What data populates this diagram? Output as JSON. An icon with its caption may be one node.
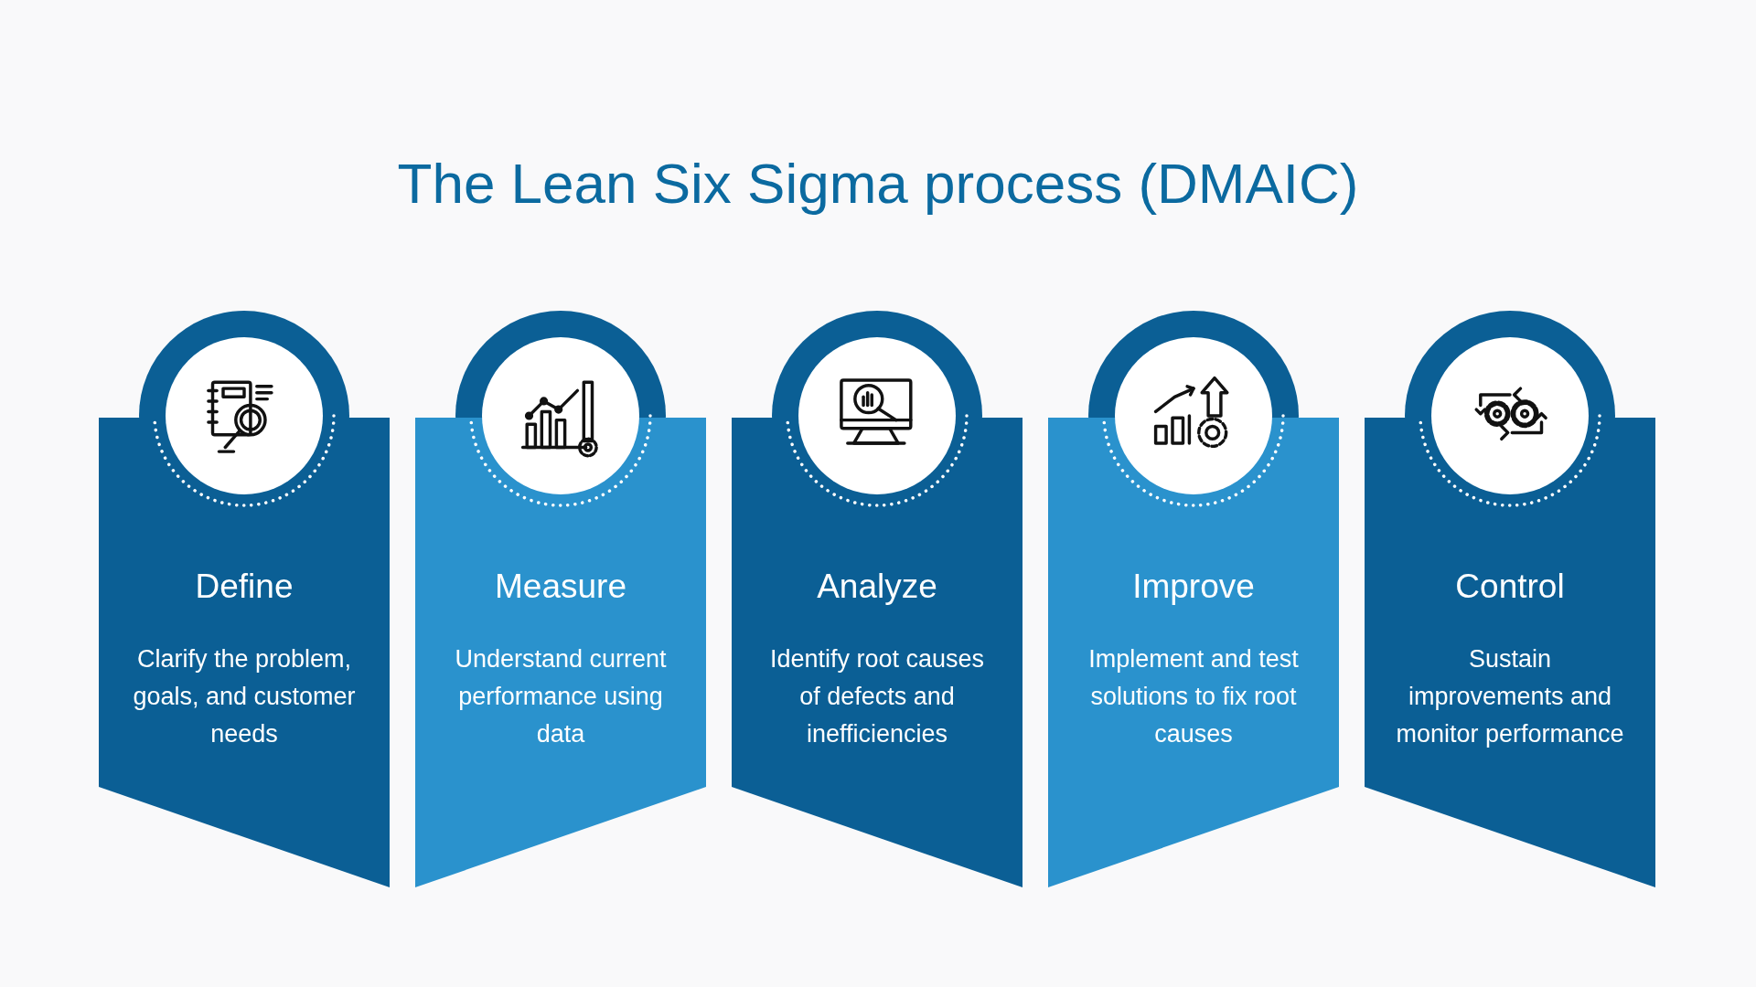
{
  "diagram": {
    "title": "The Lean Six Sigma process (DMAIC)",
    "nodes": [
      {
        "text": [
          "Define",
          "Clarify the problem, goals, and customer needs"
        ]
      },
      {
        "text": [
          "Measure",
          "Understand current performance using data"
        ]
      },
      {
        "text": [
          "Analyze",
          "Identify root causes of defects and inefficiencies"
        ]
      },
      {
        "text": [
          "Improve",
          "Implement and test solutions to fix root causes"
        ]
      },
      {
        "text": [
          "Control",
          "Sustain improvements and monitor performance"
        ]
      }
    ]
  }
}
